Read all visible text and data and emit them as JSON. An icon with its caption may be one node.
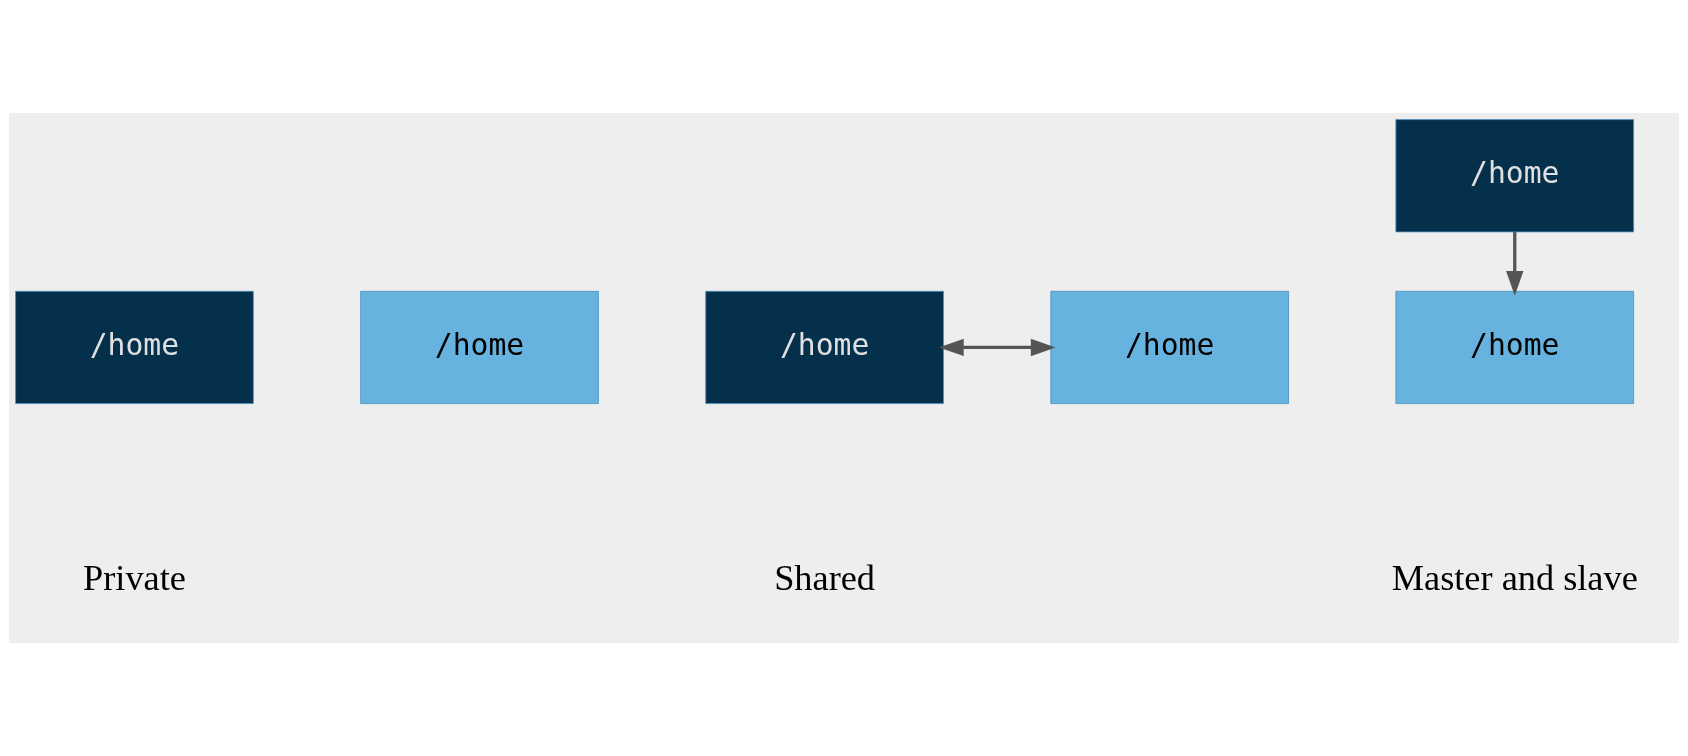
{
  "diagram": {
    "nodes": [
      {
        "text": [
          "/home"
        ]
      },
      {
        "text": [
          "/home"
        ]
      },
      {
        "text": [
          "/home"
        ]
      },
      {
        "text": [
          "/home"
        ]
      },
      {
        "text": [
          "/home"
        ]
      },
      {
        "text": [
          "/home"
        ]
      }
    ],
    "edges": [
      {
        "from": 2,
        "to": 3,
        "arrow": "both"
      },
      {
        "from": 4,
        "to": 5,
        "arrow": "to"
      }
    ],
    "labels": [
      "Private",
      "Shared",
      "Master and slave"
    ]
  }
}
